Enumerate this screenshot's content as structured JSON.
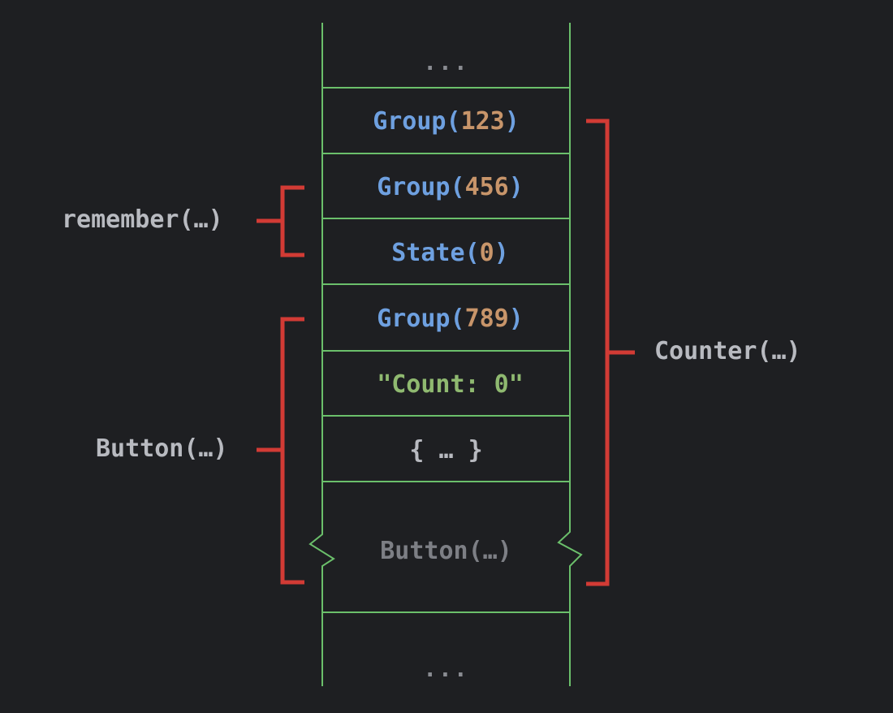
{
  "slot_table": {
    "top_ellipsis": "...",
    "bottom_ellipsis": "...",
    "slots": [
      {
        "kind": "group",
        "name": "Group",
        "value": "123"
      },
      {
        "kind": "group",
        "name": "Group",
        "value": "456"
      },
      {
        "kind": "state",
        "name": "State",
        "value": "0"
      },
      {
        "kind": "group",
        "name": "Group",
        "value": "789"
      },
      {
        "kind": "string",
        "text": "\"Count: 0\""
      },
      {
        "kind": "lambda",
        "text": "{ … }"
      },
      {
        "kind": "child",
        "text": "Button(…)"
      }
    ],
    "open_paren": "(",
    "close_paren": ")"
  },
  "brackets": {
    "remember": "remember(…)",
    "button": "Button(…)",
    "counter": "Counter(…)"
  },
  "colors": {
    "background": "#1e1f22",
    "grid_line": "#6bbf6b",
    "bracket": "#d23b35",
    "function_name": "#6ea0e0",
    "number": "#c8956a",
    "string": "#8fb970",
    "label": "#b8bac0"
  }
}
